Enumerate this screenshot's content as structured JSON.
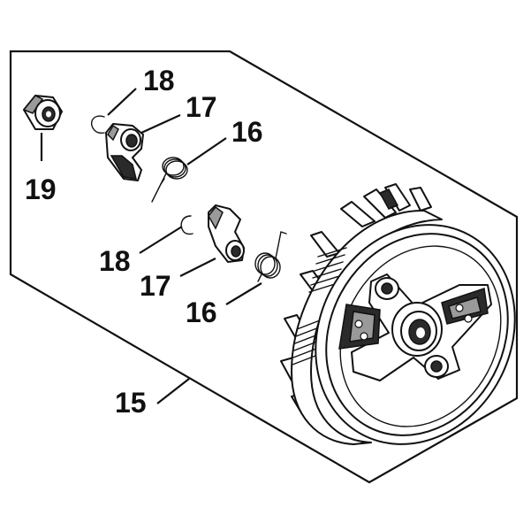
{
  "diagram": {
    "callouts": {
      "c15": "15",
      "c16a": "16",
      "c16b": "16",
      "c17a": "17",
      "c17b": "17",
      "c18a": "18",
      "c18b": "18",
      "c19": "19"
    }
  }
}
